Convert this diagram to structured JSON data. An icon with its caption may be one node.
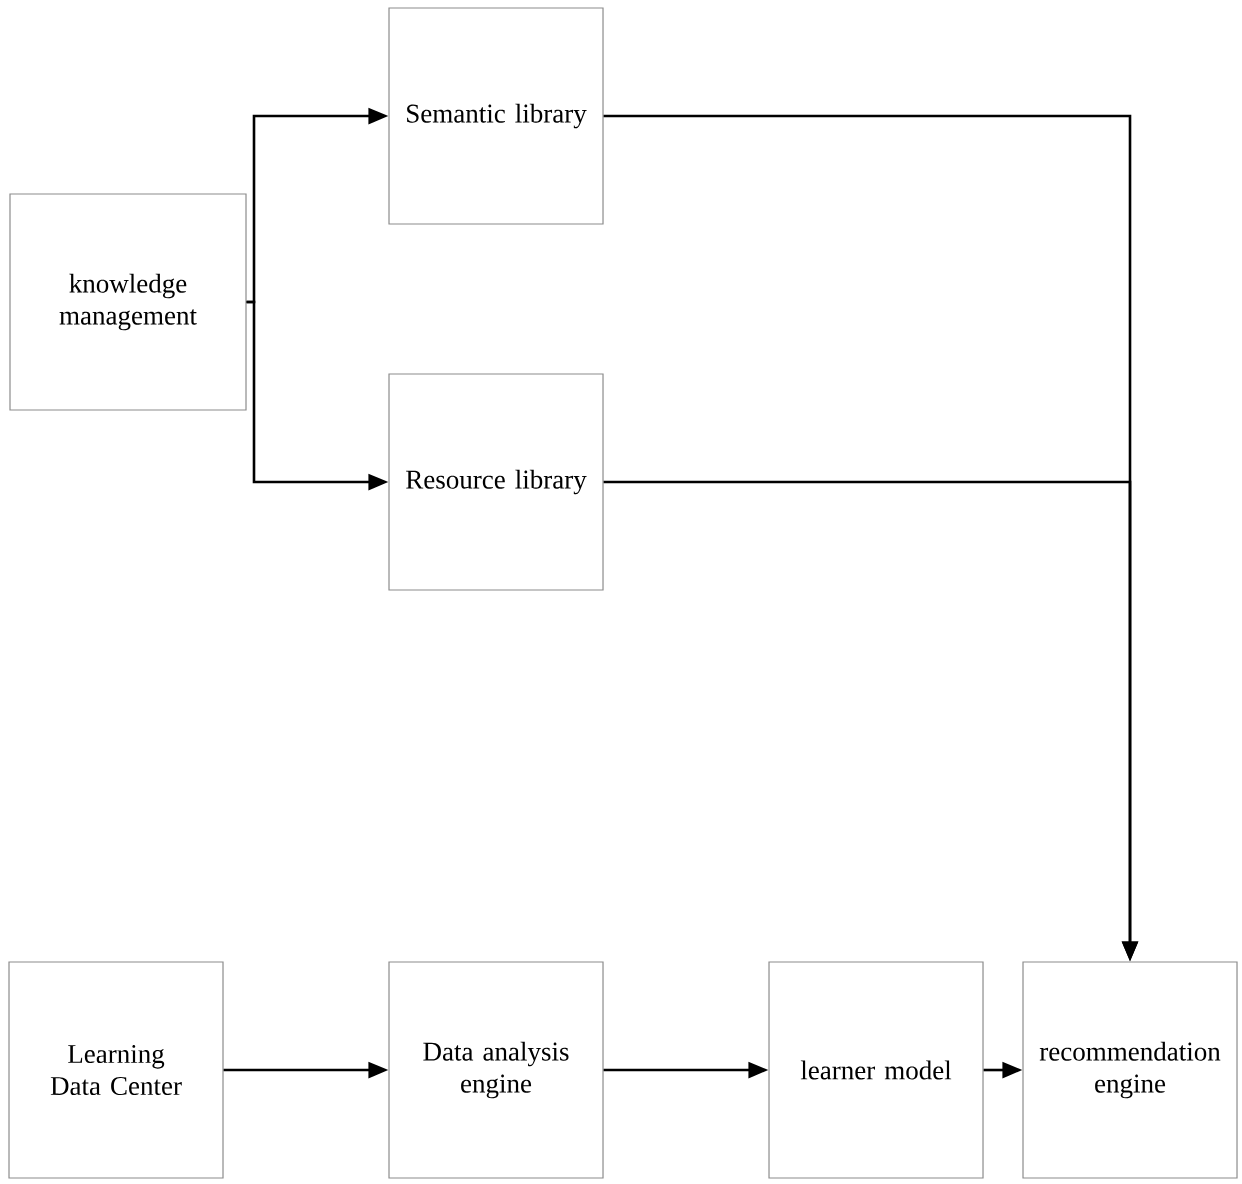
{
  "diagram": {
    "nodes": [
      {
        "text": [
          "knowledge management"
        ]
      },
      {
        "text": [
          "Semantic library"
        ]
      },
      {
        "text": [
          "Resource library"
        ]
      },
      {
        "text": [
          "Learning Data Center"
        ]
      },
      {
        "text": [
          "Data analysis engine"
        ]
      },
      {
        "text": [
          "learner model"
        ]
      },
      {
        "text": [
          "recommendation engine"
        ]
      }
    ],
    "edges": [
      {
        "from": 0,
        "to": 1,
        "arrow": "to"
      },
      {
        "from": 0,
        "to": 2,
        "arrow": "to"
      },
      {
        "from": 1,
        "to": 6,
        "arrow": "to"
      },
      {
        "from": 2,
        "to": 6,
        "arrow": "to"
      },
      {
        "from": 3,
        "to": 4,
        "arrow": "to"
      },
      {
        "from": 4,
        "to": 5,
        "arrow": "to"
      },
      {
        "from": 5,
        "to": 6,
        "arrow": "to"
      }
    ]
  }
}
